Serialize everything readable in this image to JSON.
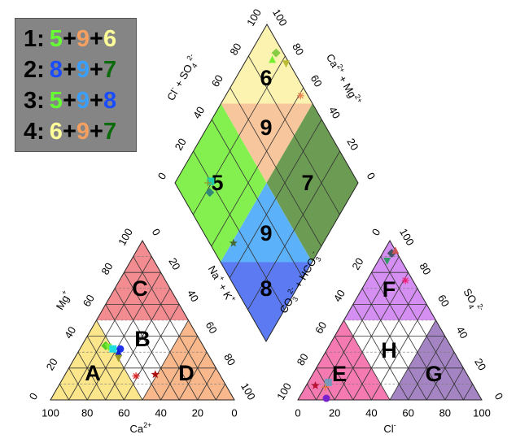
{
  "legend": {
    "rows": [
      {
        "label": "1:",
        "parts": [
          {
            "t": "5",
            "c": "#66ff33"
          },
          {
            "t": "+",
            "c": "#000000"
          },
          {
            "t": "9",
            "c": "#f5a060"
          },
          {
            "t": "+",
            "c": "#000000"
          },
          {
            "t": "6",
            "c": "#ffff99"
          }
        ]
      },
      {
        "label": "2:",
        "parts": [
          {
            "t": "8",
            "c": "#1a4cff"
          },
          {
            "t": "+",
            "c": "#000000"
          },
          {
            "t": "9",
            "c": "#3aa0ff"
          },
          {
            "t": "+",
            "c": "#000000"
          },
          {
            "t": "7",
            "c": "#0b6a0b"
          }
        ]
      },
      {
        "label": "3:",
        "parts": [
          {
            "t": "5",
            "c": "#66ff33"
          },
          {
            "t": "+",
            "c": "#000000"
          },
          {
            "t": "9",
            "c": "#3aa0ff"
          },
          {
            "t": "+",
            "c": "#000000"
          },
          {
            "t": "8",
            "c": "#1a4cff"
          }
        ]
      },
      {
        "label": "4:",
        "parts": [
          {
            "t": "6",
            "c": "#ffff99"
          },
          {
            "t": "+",
            "c": "#000000"
          },
          {
            "t": "9",
            "c": "#f5a060"
          },
          {
            "t": "+",
            "c": "#000000"
          },
          {
            "t": "7",
            "c": "#0b6a0b"
          }
        ]
      }
    ]
  },
  "chart_data": {
    "type": "scatter",
    "subtype": "piper-diagram",
    "ticks": [
      0,
      20,
      40,
      60,
      80,
      100
    ],
    "cation_triangle": {
      "axes": {
        "left": {
          "base": "Mg",
          "sup": "+"
        },
        "bottom": {
          "base": "Ca",
          "sup": "2+"
        },
        "right": {
          "base": "Na",
          "sup": "+",
          "rest": " + K",
          "sup2": "+"
        }
      },
      "zones": [
        {
          "label": "A",
          "color": "#fbe68c"
        },
        {
          "label": "B",
          "color": "#ffffff"
        },
        {
          "label": "C",
          "color": "#f38c90"
        },
        {
          "label": "D",
          "color": "#f8b88c"
        }
      ],
      "points": [
        {
          "ca": 53,
          "mg": 34,
          "marker": "diamond",
          "color": "#55cc22"
        },
        {
          "ca": 52,
          "mg": 33,
          "marker": "triangle-down",
          "color": "#77ee33"
        },
        {
          "ca": 50,
          "mg": 32,
          "marker": "square",
          "color": "#22dddd"
        },
        {
          "ca": 46,
          "mg": 32,
          "marker": "circle",
          "color": "#2233ee"
        },
        {
          "ca": 48,
          "mg": 30,
          "marker": "triangle",
          "color": "#1122cc"
        },
        {
          "ca": 50,
          "mg": 26,
          "marker": "triangle-down",
          "color": "#999922"
        },
        {
          "ca": 46,
          "mg": 15,
          "marker": "asterisk",
          "color": "#dd2222"
        },
        {
          "ca": 35,
          "mg": 16,
          "marker": "star",
          "color": "#aa1111"
        }
      ]
    },
    "anion_triangle": {
      "axes": {
        "left": {
          "base": "CO",
          "sub": "3",
          "sup": "2-",
          "rest": " + HCO",
          "sub2": "3",
          "sup2": "-"
        },
        "bottom": {
          "base": "Cl",
          "sup": "-"
        },
        "right": {
          "base": "SO",
          "sub": "4",
          "sup": "2-"
        }
      },
      "zones": [
        {
          "label": "E",
          "color": "#f67ab2"
        },
        {
          "label": "F",
          "color": "#d58ff2"
        },
        {
          "label": "G",
          "color": "#a584c4"
        },
        {
          "label": "H",
          "color": "#ffffff"
        }
      ],
      "points": [
        {
          "cl": 5,
          "so4": 92,
          "marker": "diamond",
          "color": "#445566"
        },
        {
          "cl": 6,
          "so4": 94,
          "marker": "triangle",
          "color": "#cc5555"
        },
        {
          "cl": 5,
          "so4": 87,
          "marker": "triangle-down",
          "color": "#339966"
        },
        {
          "cl": 21,
          "so4": 75,
          "marker": "asterisk",
          "color": "#ee2277"
        },
        {
          "cl": 5,
          "so4": 9,
          "marker": "star",
          "color": "#bb1133"
        },
        {
          "cl": 11,
          "so4": 11,
          "marker": "square",
          "color": "#7799bb"
        },
        {
          "cl": 11,
          "so4": 8,
          "marker": "plus",
          "color": "#ee7733"
        },
        {
          "cl": 15,
          "so4": 1,
          "marker": "circle",
          "color": "#7722cc"
        }
      ]
    },
    "diamond": {
      "axes": {
        "upper_left": {
          "base": "Cl",
          "sup": "-",
          "rest": " + SO",
          "sub2": "4",
          "sup2": "2-"
        },
        "upper_right": {
          "base": "Ca",
          "sup": "2+",
          "rest": " + Mg",
          "sup2": "2+"
        }
      },
      "zones": [
        {
          "label": "6",
          "color": "#fcf3b0"
        },
        {
          "label": "9",
          "color": "#f8c69c"
        },
        {
          "label": "5",
          "color": "#84f050"
        },
        {
          "label": "7",
          "color": "#6c9c54"
        },
        {
          "label": "9",
          "color": "#5cb2fa"
        },
        {
          "label": "8",
          "color": "#5c7af2"
        }
      ],
      "points": [
        {
          "ca_mg": 86,
          "cl_so4": 96,
          "marker": "diamond",
          "color": "#88cc44"
        },
        {
          "ca_mg": 86,
          "cl_so4": 92,
          "marker": "triangle",
          "color": "#77ee33"
        },
        {
          "ca_mg": 77,
          "cl_so4": 98,
          "marker": "triangle-down",
          "color": "#bbbb33"
        },
        {
          "ca_mg": 59,
          "cl_so4": 96,
          "marker": "asterisk",
          "color": "#ee8855"
        },
        {
          "ca_mg": 81,
          "cl_so4": 20,
          "marker": "square",
          "color": "#22ccaa"
        },
        {
          "ca_mg": 82,
          "cl_so4": 18,
          "marker": "plus",
          "color": "#999922"
        },
        {
          "ca_mg": 78,
          "cl_so4": 16,
          "marker": "diamond",
          "color": "#338877"
        },
        {
          "ca_mg": 49,
          "cl_so4": 13,
          "marker": "star",
          "color": "#446633"
        }
      ]
    }
  }
}
